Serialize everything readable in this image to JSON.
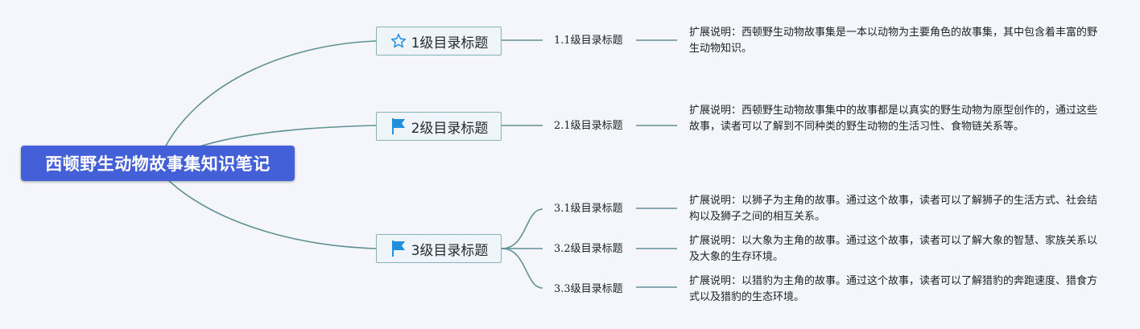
{
  "colors": {
    "background": "#f4f6fc",
    "root_fill": "#4460d8",
    "connector": "#5e9194",
    "branch_fill": "#eef4f8",
    "branch_border": "#87b1b8",
    "icon_blue": "#1f8fe0"
  },
  "root": {
    "title": "西顿野生动物故事集知识笔记"
  },
  "branches": [
    {
      "icon": "star-icon",
      "label": "1级目录标题",
      "children": [
        {
          "label": "1.1级目录标题",
          "note": "扩展说明：西顿野生动物故事集是一本以动物为主要角色的故事集，其中包含着丰富的野生动物知识。"
        }
      ]
    },
    {
      "icon": "flag-icon",
      "label": "2级目录标题",
      "children": [
        {
          "label": "2.1级目录标题",
          "note": "扩展说明：西顿野生动物故事集中的故事都是以真实的野生动物为原型创作的，通过这些故事，读者可以了解到不同种类的野生动物的生活习性、食物链关系等。"
        }
      ]
    },
    {
      "icon": "flag-icon",
      "label": "3级目录标题",
      "children": [
        {
          "label": "3.1级目录标题",
          "note": "扩展说明：以狮子为主角的故事。通过这个故事，读者可以了解狮子的生活方式、社会结构以及狮子之间的相互关系。"
        },
        {
          "label": "3.2级目录标题",
          "note": "扩展说明：以大象为主角的故事。通过这个故事，读者可以了解大象的智慧、家族关系以及大象的生存环境。"
        },
        {
          "label": "3.3级目录标题",
          "note": "扩展说明：以猎豹为主角的故事。通过这个故事，读者可以了解猎豹的奔跑速度、猎食方式以及猎豹的生态环境。"
        }
      ]
    }
  ]
}
